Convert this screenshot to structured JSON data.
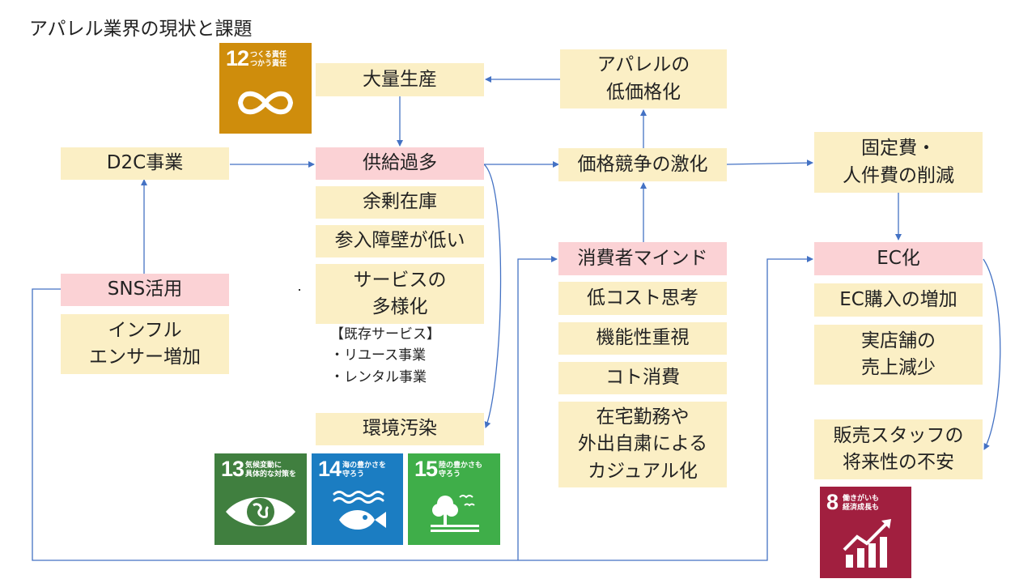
{
  "title": "アパレル業界の現状と課題",
  "boxes": {
    "mass_production": "大量生産",
    "apparel_low_price": "アパレルの\n低価格化",
    "d2c": "D2C事業",
    "oversupply": "供給過多",
    "price_competition": "価格競争の激化",
    "fixed_cost_reduction": "固定費・\n人件費の削減",
    "surplus_stock": "余剰在庫",
    "low_barrier": "参入障壁が低い",
    "service_diversity": "サービスの\n多様化",
    "consumer_mind": "消費者マインド",
    "ec": "EC化",
    "sns": "SNS活用",
    "low_cost_thinking": "低コスト思考",
    "function_focus": "機能性重視",
    "koto_consumption": "コト消費",
    "ec_purchase_increase": "EC購入の増加",
    "influencer_increase": "インフル\nエンサー増加",
    "store_sales_decrease": "実店舗の\n売上減少",
    "environment_pollution": "環境汚染",
    "remote_casual": "在宅勤務や\n外出自粛による\nカジュアル化",
    "staff_anxiety": "販売スタッフの\n将来性の不安"
  },
  "note": "【既存サービス】\n・リユース事業\n・レンタル事業",
  "sdgs": {
    "goal12": {
      "number": "12",
      "caption": "つくる責任\nつかう責任",
      "color": "#cf8d0c"
    },
    "goal13": {
      "number": "13",
      "caption": "気候変動に\n具体的な対策を",
      "color": "#407f3f"
    },
    "goal14": {
      "number": "14",
      "caption": "海の豊かさを\n守ろう",
      "color": "#1b7dc2"
    },
    "goal15": {
      "number": "15",
      "caption": "陸の豊かさも\n守ろう",
      "color": "#3fae49"
    },
    "goal8": {
      "number": "8",
      "caption": "働きがいも\n経済成長も",
      "color": "#a11f3f"
    }
  },
  "colors": {
    "box_yellow": "#fbefc5",
    "box_pink": "#fbd2d5",
    "arrow": "#4472c4"
  }
}
